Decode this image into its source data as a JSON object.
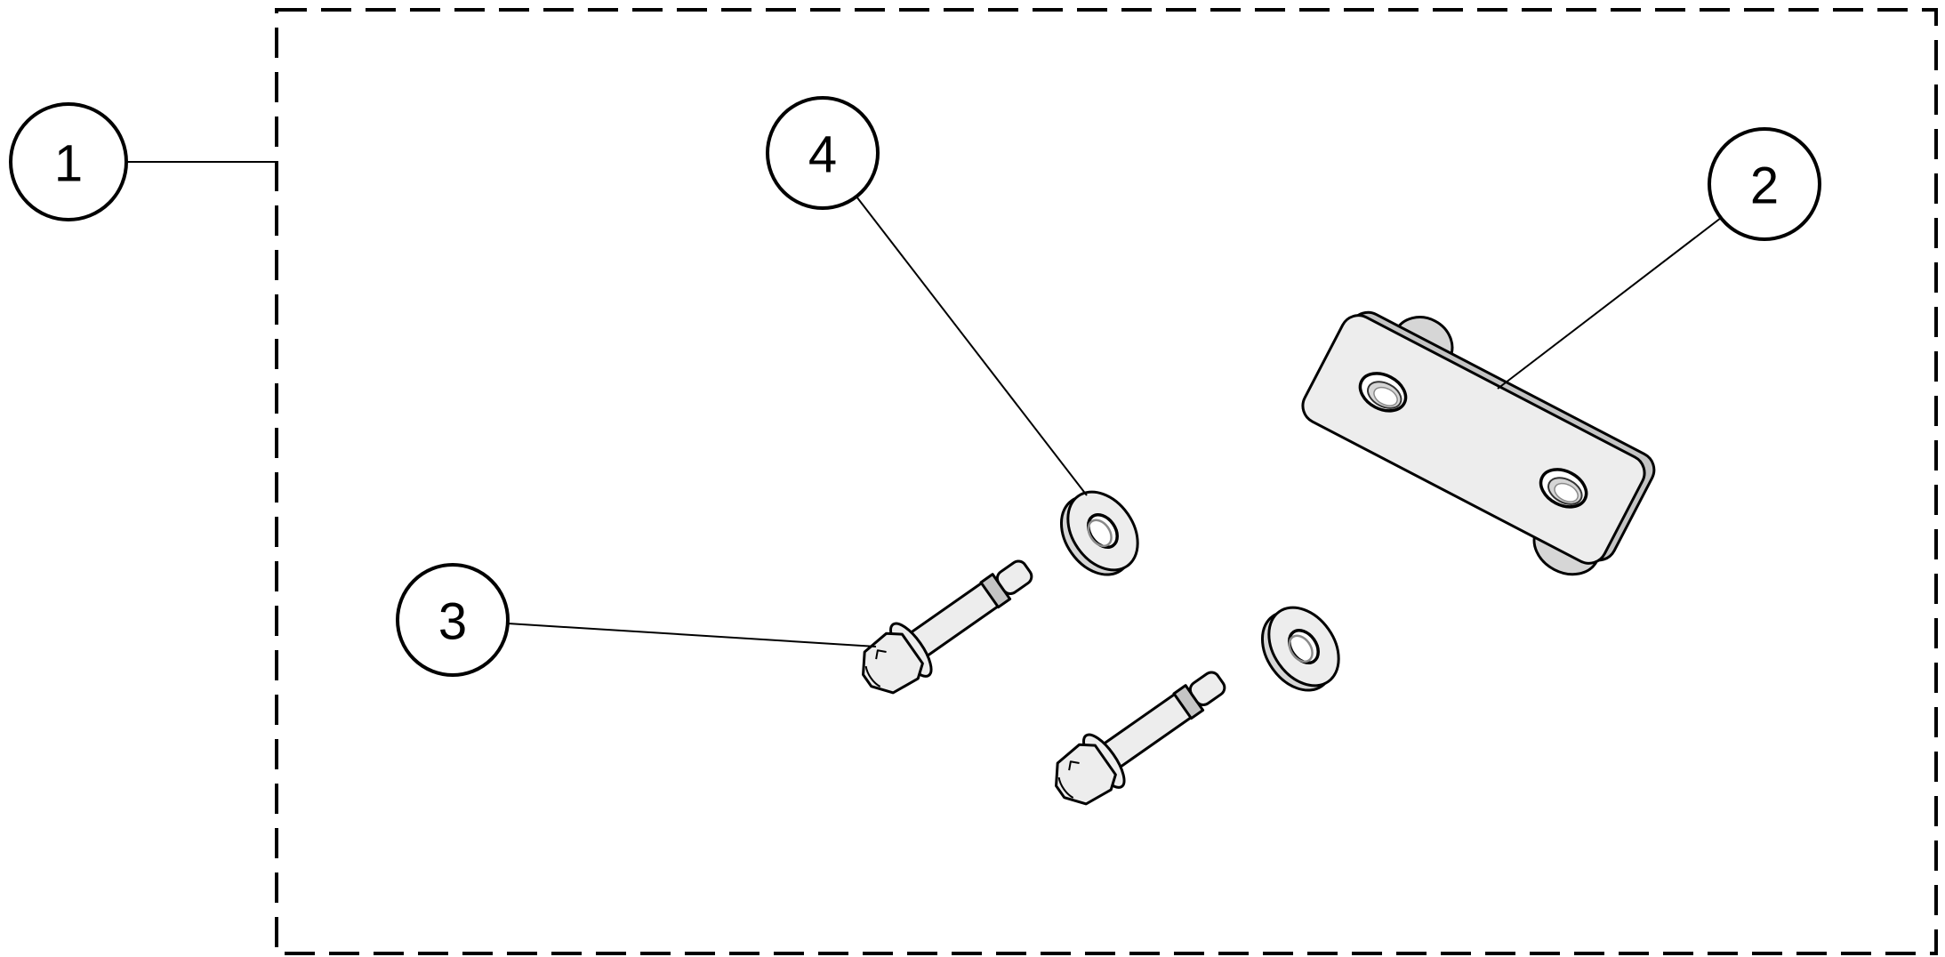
{
  "diagram": {
    "type": "exploded-parts-diagram",
    "callouts": [
      {
        "label": "1"
      },
      {
        "label": "2"
      },
      {
        "label": "3"
      },
      {
        "label": "4"
      }
    ],
    "colors": {
      "line": "#000000",
      "background": "#ffffff",
      "fill_light": "#ededed",
      "fill_mid": "#d6d6d6",
      "fill_dark": "#c4c4c4",
      "inner_shade": "#8a8a8a"
    }
  }
}
